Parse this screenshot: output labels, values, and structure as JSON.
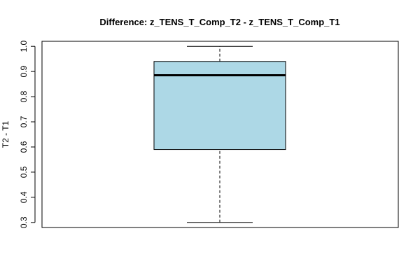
{
  "chart_data": {
    "type": "boxplot",
    "title": "Difference: z_TENS_T_Comp_T2 - z_TENS_T_Comp_T1",
    "xlabel": "",
    "ylabel": "T2 - T1",
    "ylim": [
      0.28,
      1.02
    ],
    "yticks": [
      "0.3",
      "0.4",
      "0.5",
      "0.6",
      "0.7",
      "0.8",
      "0.9",
      "1.0"
    ],
    "grid": false,
    "box": {
      "fill": "#add8e6",
      "whisker_low": 0.3,
      "q1": 0.59,
      "median": 0.885,
      "q3": 0.94,
      "whisker_high": 1.0
    }
  }
}
